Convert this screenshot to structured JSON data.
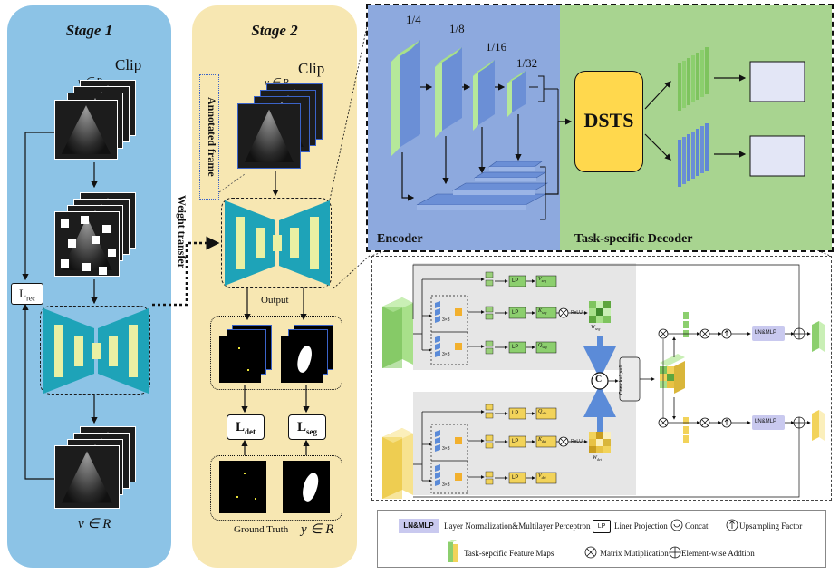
{
  "stage1": {
    "title": "Stage 1",
    "clip_label": "Clip",
    "clip_sub": "v ∈ R",
    "loss": "L",
    "loss_sub": "rec",
    "bottom_label": "v ∈ R"
  },
  "stage2": {
    "title": "Stage 2",
    "clip_label": "Clip",
    "clip_sub": "v ∈ R",
    "annotated": "Annotated frame",
    "output": "Output",
    "loss_det": "L",
    "loss_det_sub": "det",
    "loss_seg": "L",
    "loss_seg_sub": "seg",
    "ground_truth": "Ground Truth",
    "gt_sub": "y ∈ R"
  },
  "weight_transfer": "Weight transfer",
  "encoder": {
    "label": "Encoder",
    "scales": [
      "1/4",
      "1/8",
      "1/16",
      "1/32"
    ]
  },
  "decoder": {
    "label": "Task-specific Decoder",
    "dsts": "DSTS"
  },
  "module": {
    "kernel": "3×3",
    "lp": "LP",
    "relu": "ReLU",
    "c_symbol": "C",
    "conv": "Conv k=1,s=1",
    "lnmlp": "LN&MLP",
    "w_seg": "W",
    "w_seg_sub": "seg",
    "w_det": "W",
    "w_det_sub": "det",
    "v_seg": "V",
    "k_seg": "K",
    "q_seg": "Q",
    "q_det": "Q",
    "k_det": "K",
    "v_det": "V",
    "seg_sub": "seg",
    "det_sub": "det"
  },
  "legend": {
    "lnmlp": "LN&MLP",
    "lnmlp_desc": "Layer Normalization&Multilayer Perceptron",
    "lp": "LP",
    "lp_desc": "Liner Projection",
    "concat_desc": "Concat",
    "up_desc": "Upsampling Factor",
    "tsf_desc": "Task-sepcific Feature Maps",
    "matmul_desc": "Matrix Mutiplication",
    "add_desc": "Element-wise Addtion"
  },
  "colors": {
    "stage1_bg": "#8cc3e6",
    "stage2_bg": "#f7e7b2",
    "encoder_bg": "#8da9de",
    "decoder_bg": "#a8d490",
    "dsts": "#ffd84d",
    "seg_green": "#8ccf6e",
    "det_yellow": "#f2d35a",
    "unet_teal": "#1ea3b8"
  }
}
